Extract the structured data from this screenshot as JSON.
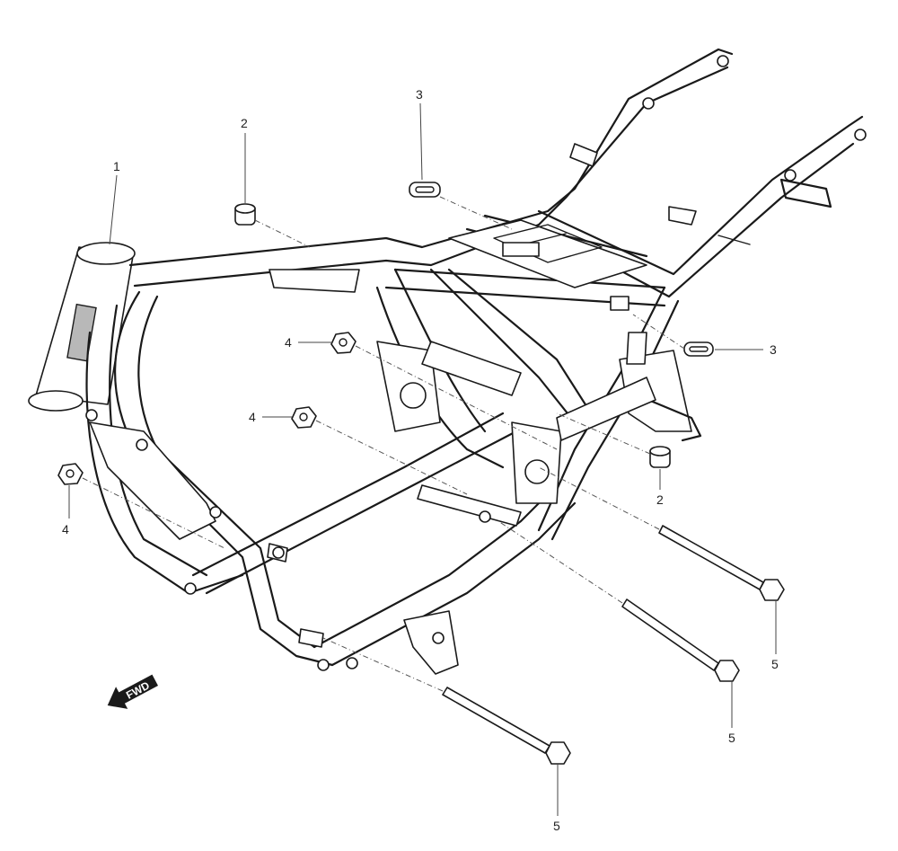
{
  "callouts": {
    "c1": "1",
    "c2a": "2",
    "c2b": "2",
    "c3a": "3",
    "c3b": "3",
    "c4a": "4",
    "c4b": "4",
    "c4c": "4",
    "c5a": "5",
    "c5b": "5",
    "c5c": "5"
  },
  "fwd_label": "FWD",
  "icons": {
    "fwd_arrow": "direction-arrow-icon"
  },
  "colors": {
    "line": "#1a1a1a",
    "shade": "#b8b8b8"
  }
}
